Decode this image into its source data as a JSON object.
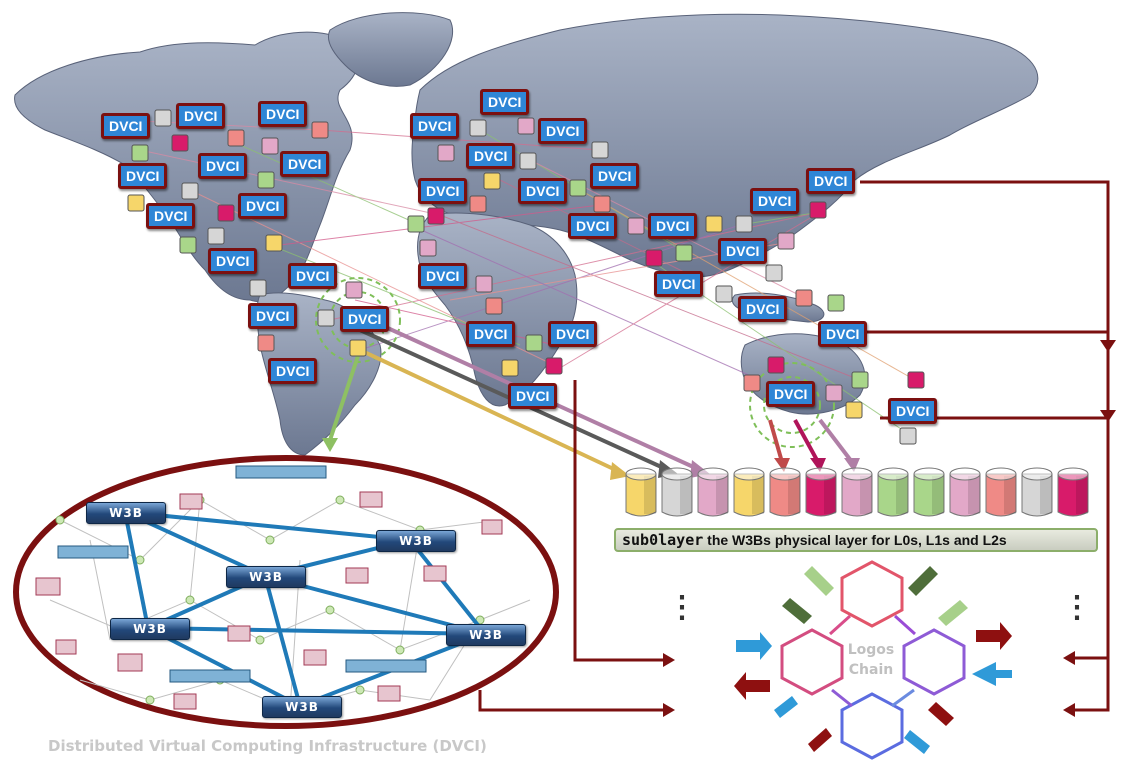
{
  "node_label": "DVCI",
  "w3b_label": "W3B",
  "layer_label": {
    "name": "sub0layer",
    "text": " the W3Bs physical layer for L0s, L1s and L2s"
  },
  "chain_label": {
    "line1": "Logos",
    "line2": "Chain"
  },
  "caption": "Distributed Virtual Computing Infrastructure (DVCI)",
  "ellipsis": "⋮",
  "colors": {
    "map": "#8e9ab0",
    "border": "#7b1010",
    "node_blue": "#2f86d6",
    "yellow": "#f6d66a",
    "gray": "#d6d6d6",
    "pink": "#e2a8c8",
    "salmon": "#ef8a86",
    "magenta": "#d81b6a",
    "green": "#a9d68a",
    "w3b_blue": "#1f7ab8"
  },
  "layer_stack": [
    "yellow",
    "gray",
    "pink",
    "yellow",
    "salmon",
    "magenta",
    "pink",
    "green",
    "green",
    "pink",
    "salmon",
    "gray",
    "magenta"
  ]
}
